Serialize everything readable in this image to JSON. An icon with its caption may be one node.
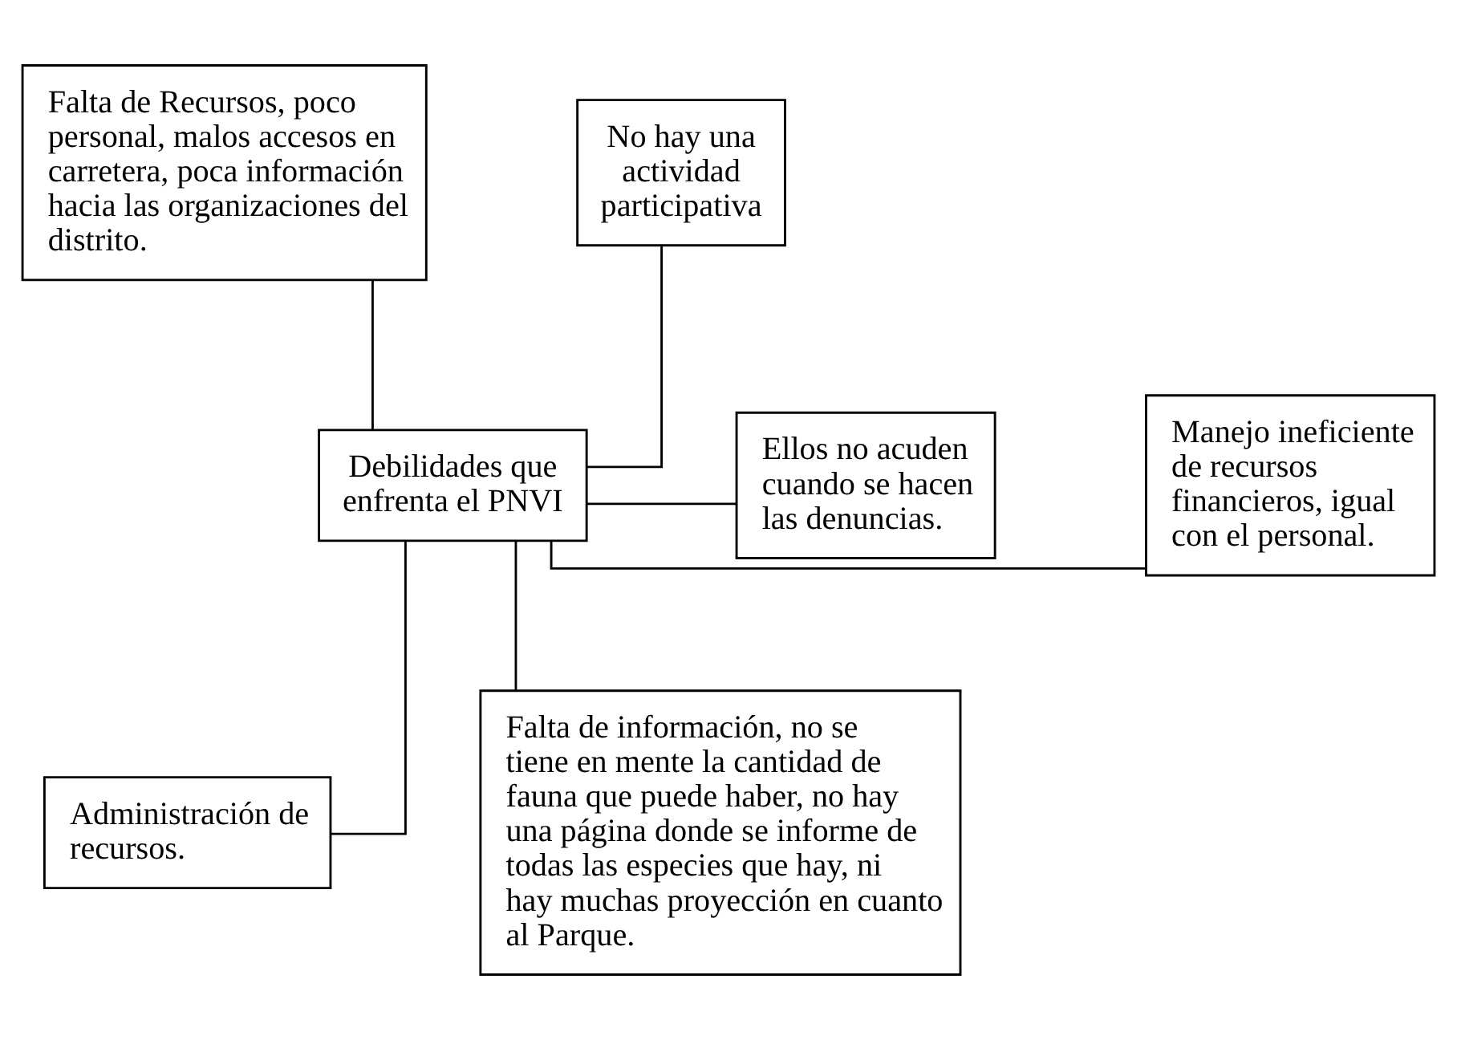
{
  "diagram": {
    "nodes": [
      {
        "text": [
          "Debilidades que enfrenta el PNVI"
        ]
      },
      {
        "text": [
          "Falta de Recursos, poco personal, malos accesos en carretera, poca información hacia las organizaciones del distrito."
        ]
      },
      {
        "text": [
          "No hay una actividad participativa"
        ]
      },
      {
        "text": [
          "Manejo ineficiente de recursos financieros, igual con el personal."
        ]
      },
      {
        "text": [
          "Ellos no acuden cuando se hacen las denuncias."
        ]
      },
      {
        "text": [
          "Administración de recursos."
        ]
      },
      {
        "text": [
          "Falta de información, no se tiene en mente la cantidad de fauna que puede haber, no hay una página donde se informe de todas las especies que hay, ni hay muchas proyección en cuanto al Parque."
        ]
      }
    ],
    "edges": [
      {
        "from": 0,
        "to": 1,
        "arrow": "none"
      },
      {
        "from": 0,
        "to": 2,
        "arrow": "none"
      },
      {
        "from": 0,
        "to": 3,
        "arrow": "none"
      },
      {
        "from": 0,
        "to": 4,
        "arrow": "none"
      },
      {
        "from": 0,
        "to": 5,
        "arrow": "none"
      },
      {
        "from": 0,
        "to": 6,
        "arrow": "none"
      }
    ]
  }
}
